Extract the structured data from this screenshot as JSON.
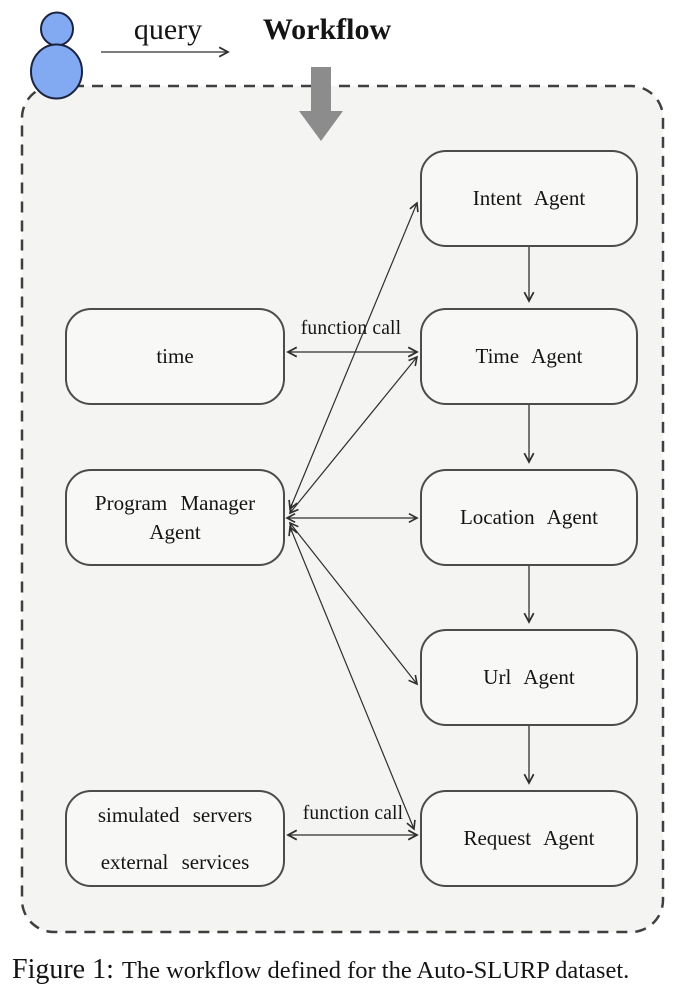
{
  "header": {
    "query_label": "query",
    "workflow_label": "Workflow"
  },
  "diagram": {
    "agents": [
      {
        "label": "Intent Agent"
      },
      {
        "label": "Time Agent"
      },
      {
        "label": "Location Agent"
      },
      {
        "label": "Url Agent"
      },
      {
        "label": "Request Agent"
      }
    ],
    "side": {
      "time_label": "time",
      "program_manager_label": "Program Manager Agent",
      "servers_line1": "simulated servers",
      "servers_line2": "external services"
    },
    "function_call_top": "function call",
    "function_call_bottom": "function call"
  },
  "colors": {
    "person_blue": "#82aaf2",
    "person_outline": "#1c2340",
    "workflow_arrow_gray": "#8c8c8c",
    "connector": "#2f2f2f",
    "container_fill": "#f4f4f2"
  },
  "caption": {
    "prefix": "Figure 1:",
    "text": "The workflow defined for the Auto-SLURP dataset."
  }
}
